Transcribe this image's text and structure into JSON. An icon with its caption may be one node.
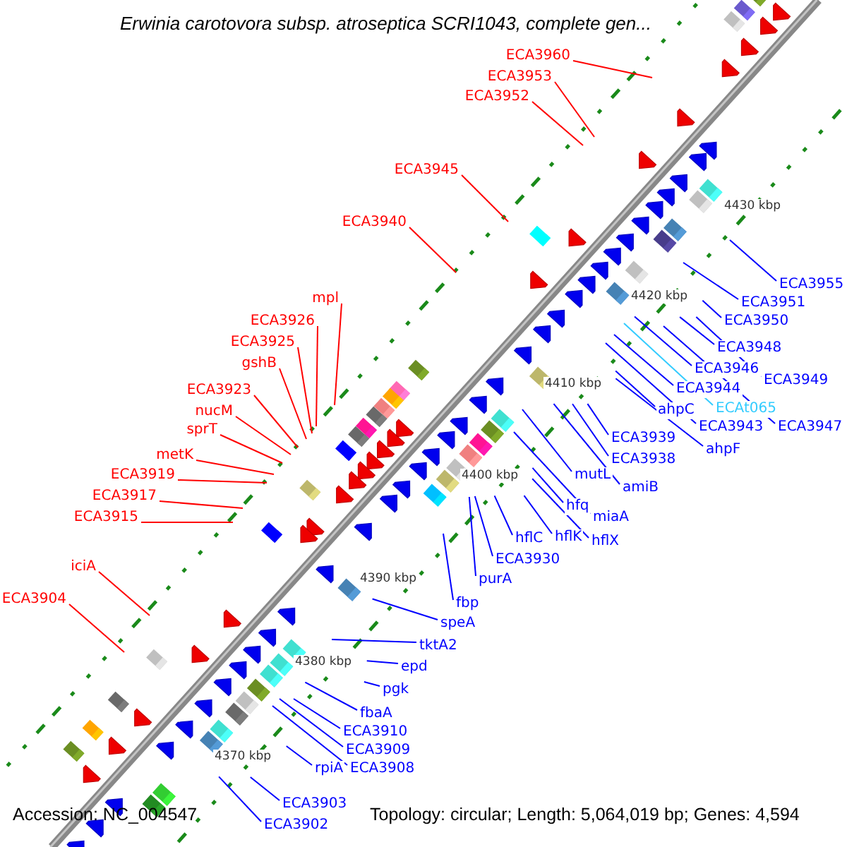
{
  "diagram": {
    "title": "Erwinia carotovora subsp. atroseptica SCRI1043, complete gen...",
    "nodes": [
      {
        "text": [
          "ECA3960"
        ]
      },
      {
        "text": [
          "ECA3953"
        ]
      },
      {
        "text": [
          "ECA3952"
        ]
      },
      {
        "text": [
          "ECA3945"
        ]
      },
      {
        "text": [
          "ECA3940"
        ]
      },
      {
        "text": [
          "mpl"
        ]
      },
      {
        "text": [
          "ECA3926"
        ]
      },
      {
        "text": [
          "ECA3925"
        ]
      },
      {
        "text": [
          "gshB"
        ]
      },
      {
        "text": [
          "ECA3923"
        ]
      },
      {
        "text": [
          "nucM"
        ]
      },
      {
        "text": [
          "sprT"
        ]
      },
      {
        "text": [
          "metK"
        ]
      },
      {
        "text": [
          "ECA3919"
        ]
      },
      {
        "text": [
          "ECA3917"
        ]
      },
      {
        "text": [
          "ECA3915"
        ]
      },
      {
        "text": [
          "iciA"
        ]
      },
      {
        "text": [
          "ECA3904"
        ]
      },
      {
        "text": [
          "ECA3955"
        ]
      },
      {
        "text": [
          "ECA3951"
        ]
      },
      {
        "text": [
          "ECA3950"
        ]
      },
      {
        "text": [
          "ECA3948"
        ]
      },
      {
        "text": [
          "ECA3949"
        ]
      },
      {
        "text": [
          "ECA3946"
        ]
      },
      {
        "text": [
          "ECA3944"
        ]
      },
      {
        "text": [
          "ECAt065"
        ]
      },
      {
        "text": [
          "ahpC"
        ]
      },
      {
        "text": [
          "ECA3943"
        ]
      },
      {
        "text": [
          "ECA3947"
        ]
      },
      {
        "text": [
          "ahpF"
        ]
      },
      {
        "text": [
          "ECA3939"
        ]
      },
      {
        "text": [
          "ECA3938"
        ]
      },
      {
        "text": [
          "amiB"
        ]
      },
      {
        "text": [
          "mutL"
        ]
      },
      {
        "text": [
          "hfq"
        ]
      },
      {
        "text": [
          "miaA"
        ]
      },
      {
        "text": [
          "hflK"
        ]
      },
      {
        "text": [
          "hflX"
        ]
      },
      {
        "text": [
          "hflC"
        ]
      },
      {
        "text": [
          "ECA3930"
        ]
      },
      {
        "text": [
          "purA"
        ]
      },
      {
        "text": [
          "fbp"
        ]
      },
      {
        "text": [
          "speA"
        ]
      },
      {
        "text": [
          "tktA2"
        ]
      },
      {
        "text": [
          "epd"
        ]
      },
      {
        "text": [
          "pgk"
        ]
      },
      {
        "text": [
          "fbaA"
        ]
      },
      {
        "text": [
          "ECA3910"
        ]
      },
      {
        "text": [
          "ECA3909"
        ]
      },
      {
        "text": [
          "ECA3908"
        ]
      },
      {
        "text": [
          "rpiA"
        ]
      },
      {
        "text": [
          "ECA3903"
        ]
      },
      {
        "text": [
          "ECA3902"
        ]
      }
    ],
    "edges": [
      {
        "from": 0,
        "to": null,
        "arrow": "none",
        "color": "#ff0000"
      },
      {
        "from": 1,
        "to": null,
        "arrow": "none",
        "color": "#ff0000"
      },
      {
        "from": 2,
        "to": null,
        "arrow": "none",
        "color": "#ff0000"
      },
      {
        "from": 3,
        "to": null,
        "arrow": "none",
        "color": "#ff0000"
      },
      {
        "from": 4,
        "to": null,
        "arrow": "none",
        "color": "#ff0000"
      },
      {
        "from": 5,
        "to": null,
        "arrow": "none",
        "color": "#ff0000"
      },
      {
        "from": 6,
        "to": null,
        "arrow": "none",
        "color": "#ff0000"
      },
      {
        "from": 7,
        "to": null,
        "arrow": "none",
        "color": "#ff0000"
      },
      {
        "from": 8,
        "to": null,
        "arrow": "none",
        "color": "#ff0000"
      },
      {
        "from": 9,
        "to": null,
        "arrow": "none",
        "color": "#ff0000"
      },
      {
        "from": 10,
        "to": null,
        "arrow": "none",
        "color": "#ff0000"
      },
      {
        "from": 11,
        "to": null,
        "arrow": "none",
        "color": "#ff0000"
      },
      {
        "from": 12,
        "to": null,
        "arrow": "none",
        "color": "#ff0000"
      },
      {
        "from": 13,
        "to": null,
        "arrow": "none",
        "color": "#ff0000"
      },
      {
        "from": 14,
        "to": null,
        "arrow": "none",
        "color": "#ff0000"
      },
      {
        "from": 15,
        "to": null,
        "arrow": "none",
        "color": "#ff0000"
      },
      {
        "from": 16,
        "to": null,
        "arrow": "none",
        "color": "#ff0000"
      },
      {
        "from": 17,
        "to": null,
        "arrow": "none",
        "color": "#ff0000"
      },
      {
        "from": 18,
        "to": null,
        "arrow": "none"
      },
      {
        "from": 19,
        "to": null,
        "arrow": "none"
      },
      {
        "from": 20,
        "to": null,
        "arrow": "none"
      },
      {
        "from": 21,
        "to": null,
        "arrow": "none"
      },
      {
        "from": 22,
        "to": null,
        "arrow": "none"
      },
      {
        "from": 23,
        "to": null,
        "arrow": "none"
      },
      {
        "from": 24,
        "to": null,
        "arrow": "none"
      },
      {
        "from": 25,
        "to": null,
        "arrow": "none",
        "color": "#33ccff"
      },
      {
        "from": 26,
        "to": null,
        "arrow": "none"
      },
      {
        "from": 27,
        "to": null,
        "arrow": "none"
      },
      {
        "from": 28,
        "to": null,
        "arrow": "none"
      },
      {
        "from": 29,
        "to": null,
        "arrow": "none"
      },
      {
        "from": 30,
        "to": null,
        "arrow": "none"
      },
      {
        "from": 31,
        "to": null,
        "arrow": "none"
      },
      {
        "from": 32,
        "to": null,
        "arrow": "none"
      },
      {
        "from": 33,
        "to": null,
        "arrow": "none"
      },
      {
        "from": 34,
        "to": null,
        "arrow": "none"
      },
      {
        "from": 35,
        "to": null,
        "arrow": "none"
      },
      {
        "from": 36,
        "to": null,
        "arrow": "none"
      },
      {
        "from": 37,
        "to": null,
        "arrow": "none"
      },
      {
        "from": 38,
        "to": null,
        "arrow": "none"
      },
      {
        "from": 39,
        "to": null,
        "arrow": "none"
      },
      {
        "from": 40,
        "to": null,
        "arrow": "none"
      },
      {
        "from": 41,
        "to": null,
        "arrow": "none"
      },
      {
        "from": 42,
        "to": null,
        "arrow": "none"
      },
      {
        "from": 43,
        "to": null,
        "arrow": "none"
      },
      {
        "from": 44,
        "to": null,
        "arrow": "none"
      },
      {
        "from": 45,
        "to": null,
        "arrow": "none"
      },
      {
        "from": 46,
        "to": null,
        "arrow": "none"
      },
      {
        "from": 47,
        "to": null,
        "arrow": "none"
      },
      {
        "from": 48,
        "to": null,
        "arrow": "none"
      },
      {
        "from": 49,
        "to": null,
        "arrow": "none"
      },
      {
        "from": 50,
        "to": null,
        "arrow": "none"
      },
      {
        "from": 51,
        "to": null,
        "arrow": "none"
      },
      {
        "from": 52,
        "to": null,
        "arrow": "none"
      }
    ],
    "labels": [
      "4430 kbp",
      "4420 kbp",
      "4410 kbp",
      "4400 kbp",
      "4390 kbp",
      "4380 kbp",
      "4370 kbp",
      "Accession: NC_004547",
      "Topology: circular; Length: 5,064,019 bp; Genes: 4,594"
    ]
  }
}
